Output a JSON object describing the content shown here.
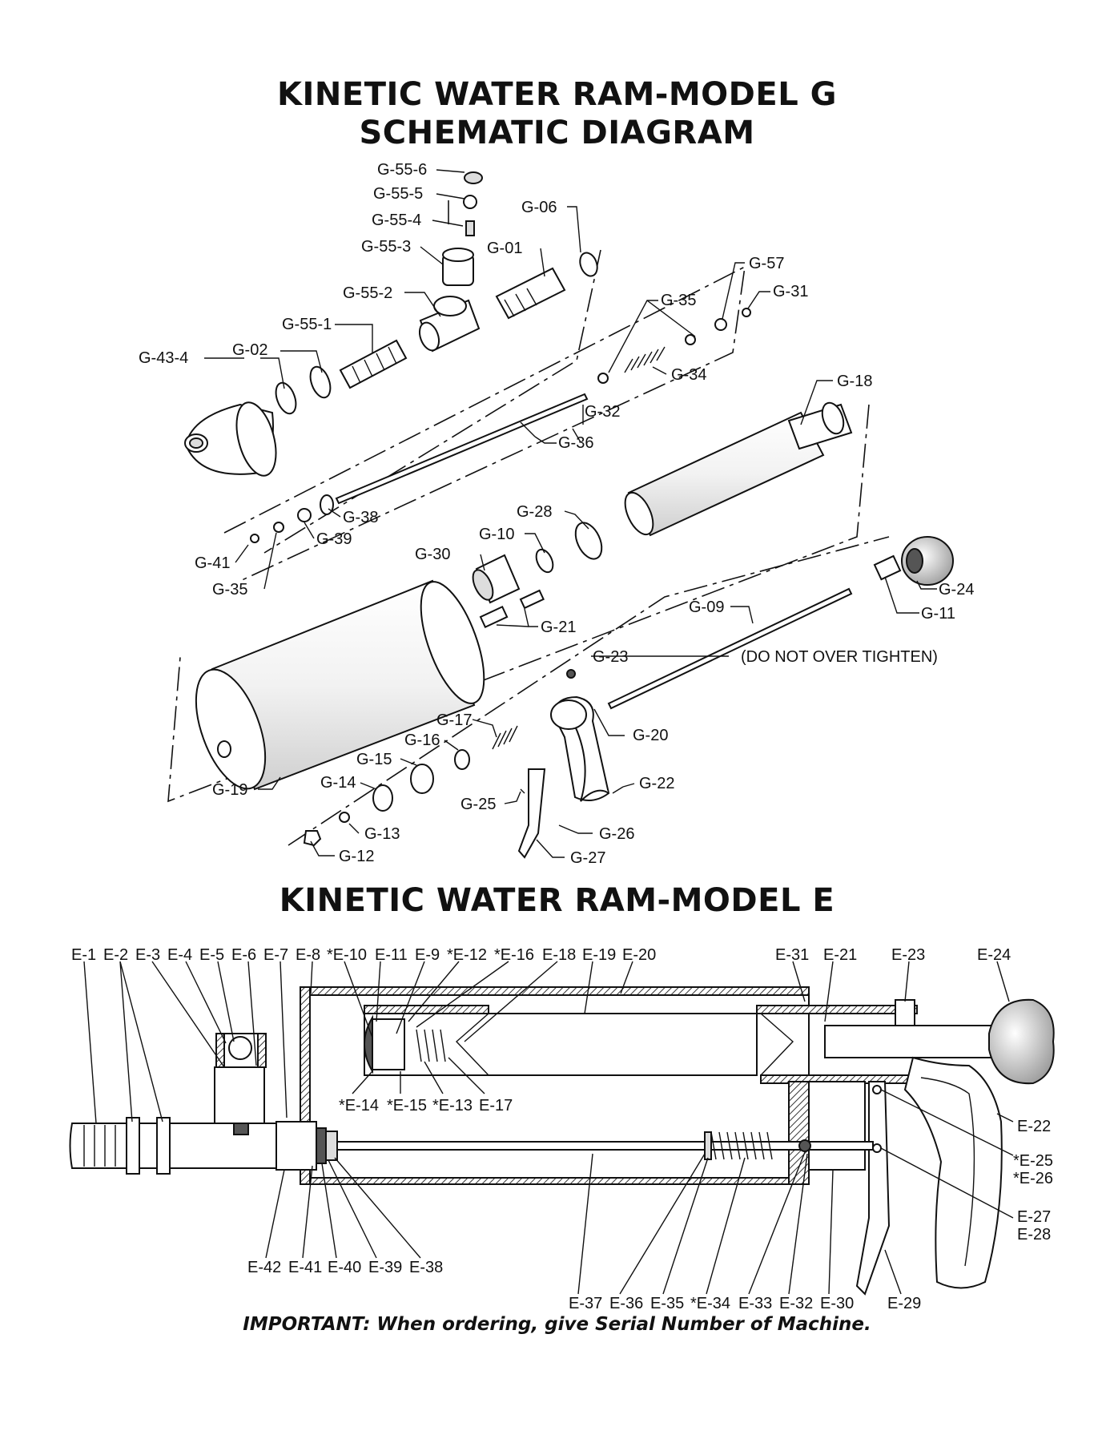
{
  "title_model_g_line1": "KINETIC WATER RAM-MODEL G",
  "title_model_g_line2": "SCHEMATIC DIAGRAM",
  "title_model_e": "KINETIC WATER RAM-MODEL E",
  "footer": "IMPORTANT: When ordering, give Serial Number of Machine.",
  "g_labels": {
    "g55_6": "G-55-6",
    "g55_5": "G-55-5",
    "g55_4": "G-55-4",
    "g55_3": "G-55-3",
    "g55_2": "G-55-2",
    "g55_1": "G-55-1",
    "g06": "G-06",
    "g01": "G-01",
    "g57": "G-57",
    "g31": "G-31",
    "g35a": "G-35",
    "g34": "G-34",
    "g43_4": "G-43-4",
    "g02": "G-02",
    "g32": "G-32",
    "g36": "G-36",
    "g18": "G-18",
    "g38": "G-38",
    "g39": "G-39",
    "g41": "G-41",
    "g35b": "G-35",
    "g28": "G-28",
    "g10": "G-10",
    "g30": "G-30",
    "g24": "G-24",
    "g11": "G-11",
    "g21": "G-21",
    "g09": "G-09",
    "g23": "G-23",
    "g23_note": "(DO NOT OVER TIGHTEN)",
    "g17": "G-17",
    "g16": "G-16",
    "g20": "G-20",
    "g15": "G-15",
    "g14": "G-14",
    "g22": "G-22",
    "g25": "G-25",
    "g13": "G-13",
    "g26": "G-26",
    "g12": "G-12",
    "g27": "G-27",
    "g19": "G-19"
  },
  "e_top_labels": [
    "E-1",
    "E-2",
    "E-3",
    "E-4",
    "E-5",
    "E-6",
    "E-7",
    "E-8",
    "*E-10",
    "E-11",
    "E-9",
    "*E-12",
    "*E-16",
    "E-18",
    "E-19",
    "E-20",
    "E-31",
    "E-21",
    "E-23",
    "E-24"
  ],
  "e_mid_labels": [
    "*E-14",
    "*E-15",
    "*E-13",
    "E-17"
  ],
  "e_right_labels": [
    "E-22",
    "*E-25",
    "*E-26",
    "E-27",
    "E-28"
  ],
  "e_bottom_left_labels": [
    "E-42",
    "E-41",
    "E-40",
    "E-39",
    "E-38"
  ],
  "e_bottom_right_labels": [
    "E-37",
    "E-36",
    "E-35",
    "*E-34",
    "E-33",
    "E-32",
    "E-30",
    "E-29"
  ]
}
